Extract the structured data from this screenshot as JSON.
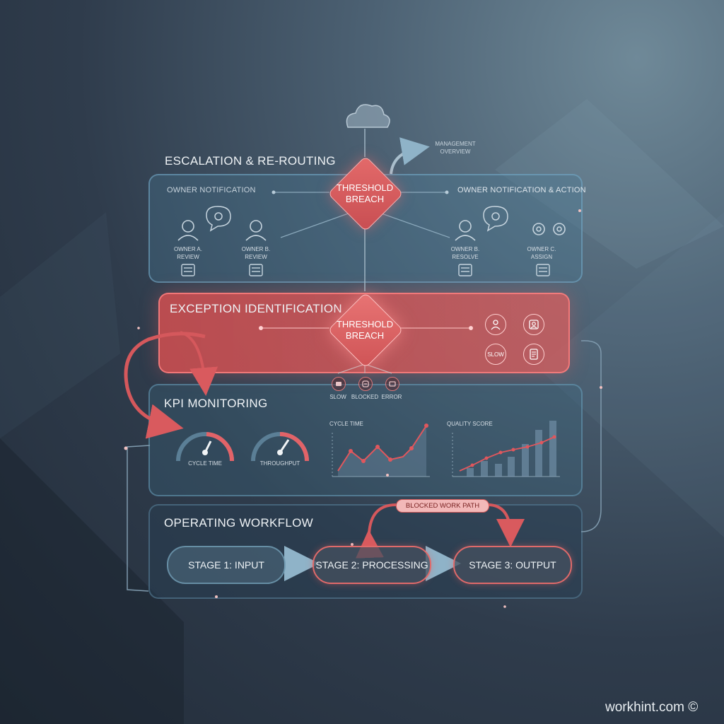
{
  "sections": {
    "escalation": {
      "title": "ESCALATION & RE-ROUTING",
      "left_label": "OWNER NOTIFICATION",
      "right_label": "OWNER NOTIFICATION & ACTION",
      "owners": [
        {
          "line1": "OWNER A.",
          "line2": "REVIEW"
        },
        {
          "line1": "OWNER B.",
          "line2": "REVIEW"
        },
        {
          "line1": "OWNER B.",
          "line2": "RESOLVE"
        },
        {
          "line1": "OWNER C.",
          "line2": "ASSIGN"
        }
      ]
    },
    "exception": {
      "title": "EXCEPTION IDENTIFICATION",
      "slow_label": "SLOW"
    },
    "kpi": {
      "title": "KPI MONITORING",
      "gauges": [
        {
          "label": "CYCLE TIME",
          "level": 0.78
        },
        {
          "label": "THROUGHPUT",
          "level": 0.6
        }
      ],
      "cycle_time_chart_title": "CYCLE TIME",
      "quality_chart_title": "QUALITY SCORE"
    },
    "workflow": {
      "title": "OPERATING WORKFLOW",
      "stages": [
        "STAGE 1: INPUT",
        "STAGE 2: PROCESSING",
        "STAGE 3: OUTPUT"
      ],
      "blocked_label": "BLOCKED WORK PATH"
    }
  },
  "threshold": {
    "line1": "THRESHOLD",
    "line2": "BREACH"
  },
  "management": {
    "line1": "MANAGEMENT",
    "line2": "OVERVIEW"
  },
  "status_items": [
    "SLOW",
    "BLOCKED",
    "ERROR"
  ],
  "watermark": "workhint.com ©",
  "colors": {
    "accent_red": "#e06a6a",
    "panel_blue": "#6aa5c4",
    "background": "#2f3c4c"
  }
}
